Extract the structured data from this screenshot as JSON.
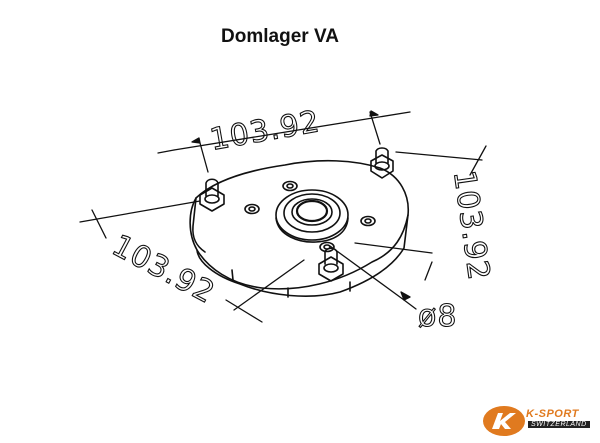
{
  "title": "Domlager VA",
  "dimensions": {
    "top": "103.92",
    "right": "103.92",
    "left": "103.92",
    "hole": "ø8"
  },
  "logo": {
    "brand": "K-SPORT",
    "tagline": "SWITZERLAND",
    "icon": "k-sport-logo-icon"
  }
}
